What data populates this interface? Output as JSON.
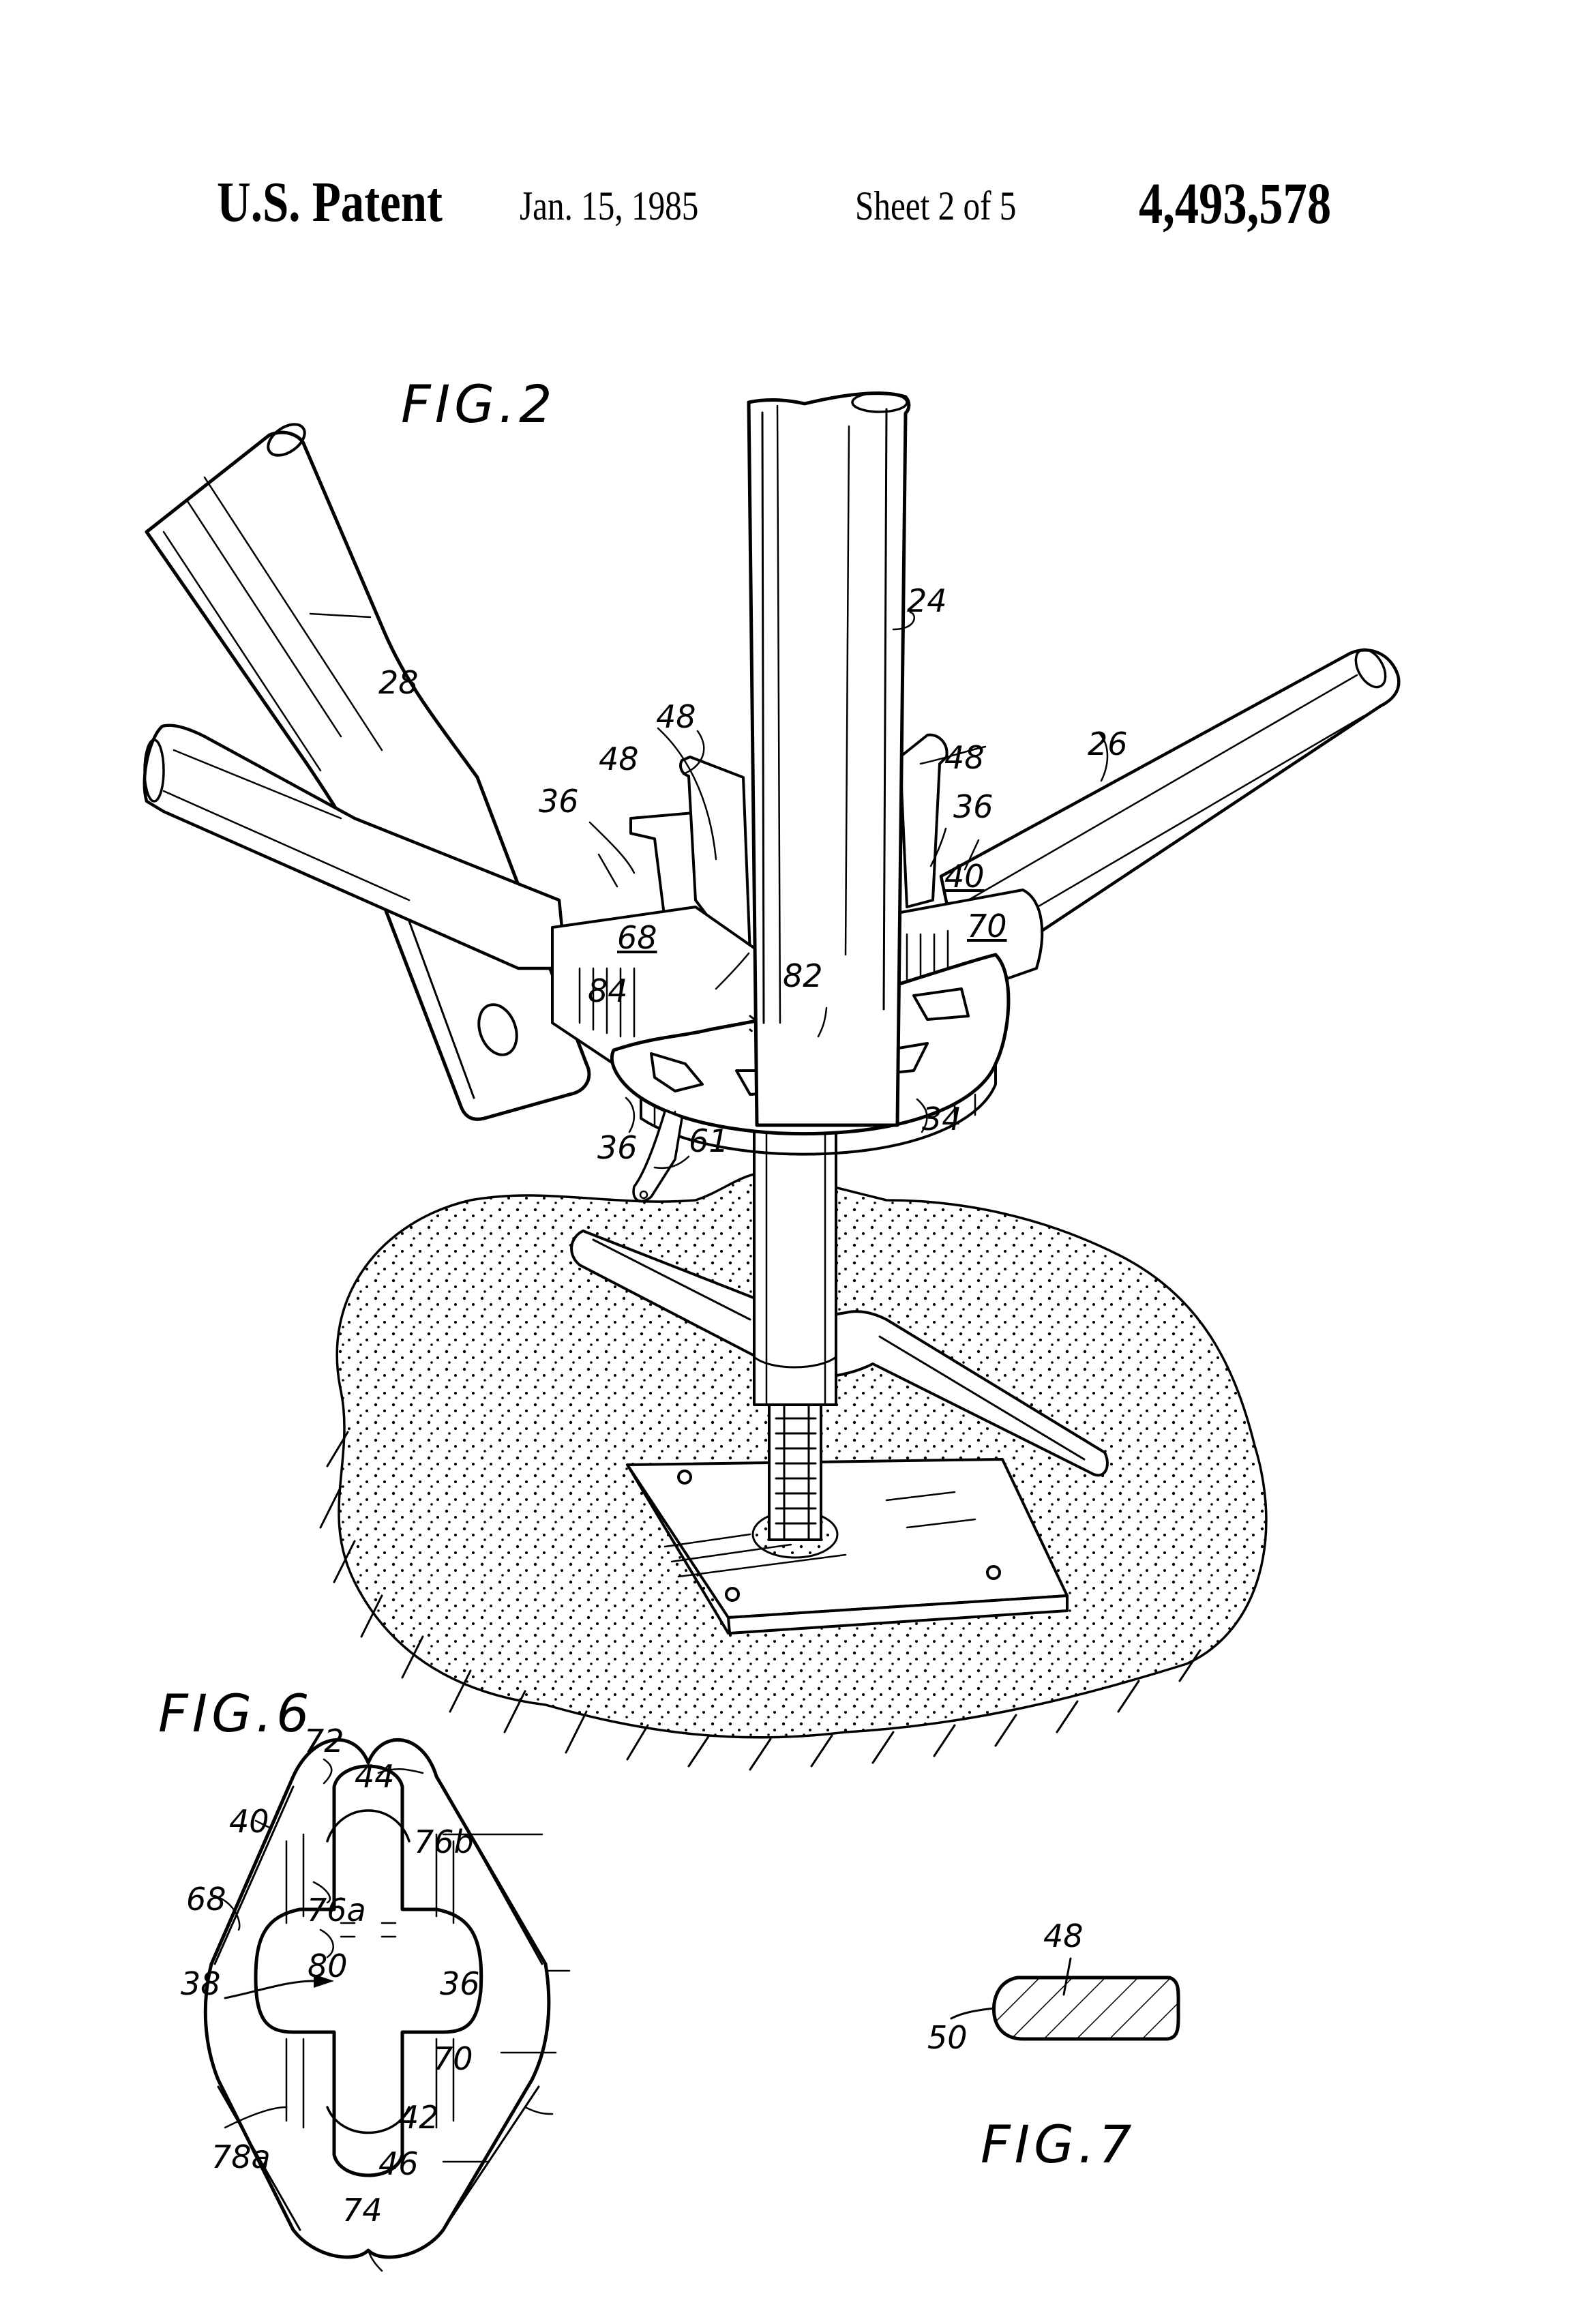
{
  "header": {
    "title": "U.S. Patent",
    "date": "Jan. 15, 1985",
    "sheet": "Sheet 2 of 5",
    "patent_number": "4,493,578"
  },
  "figures": {
    "fig2": {
      "caption": "FIG.2",
      "refs": {
        "r24": "24",
        "r26": "26",
        "r28": "28",
        "r48a": "48",
        "r48b": "48",
        "r48c": "48",
        "r36a": "36",
        "r36b": "36",
        "r36c": "36",
        "r40": "40",
        "r68": "68",
        "r70": "70",
        "r82": "82",
        "r84": "84",
        "r34": "34",
        "r61": "61"
      }
    },
    "fig6": {
      "caption": "FIG.6",
      "refs": {
        "r72": "72",
        "r44": "44",
        "r40": "40",
        "r76b": "76b",
        "r68": "68",
        "r76a": "76a",
        "r80": "80",
        "r38": "38",
        "r36": "36",
        "r70": "70",
        "r42": "42",
        "r78a": "78a",
        "r46": "46",
        "r74": "74"
      }
    },
    "fig7": {
      "caption": "FIG.7",
      "refs": {
        "r48": "48",
        "r50": "50"
      }
    }
  },
  "colors": {
    "ink": "#000000",
    "paper": "#ffffff"
  }
}
